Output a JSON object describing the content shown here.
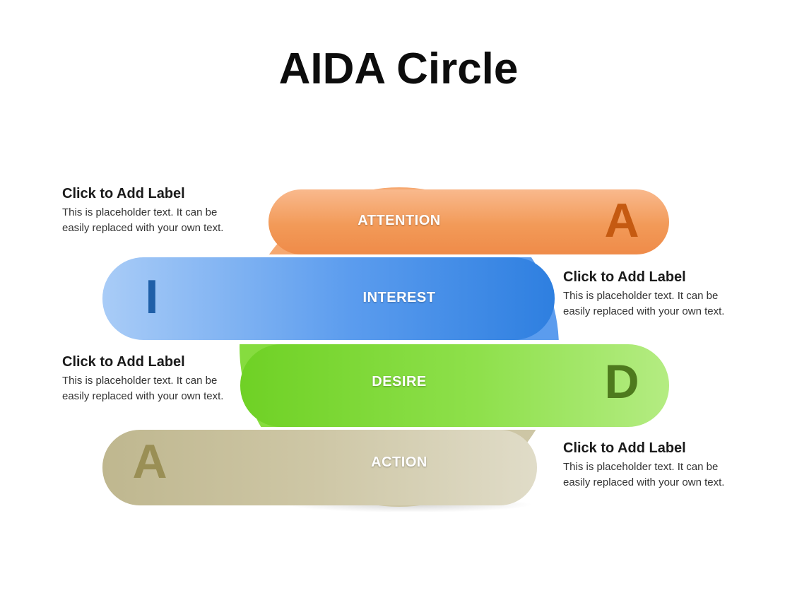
{
  "slide": {
    "title": "AIDA Circle"
  },
  "stages": [
    {
      "id": "attention",
      "label": "ATTENTION",
      "letter": "A",
      "letter_side": "right",
      "bar_color_from": "#f9b98d",
      "bar_color_to": "#ef8b49",
      "letter_color": "#c55a11"
    },
    {
      "id": "interest",
      "label": "INTEREST",
      "letter": "I",
      "letter_side": "left",
      "bar_color_from": "#a9ccf7",
      "bar_color_to": "#2e7fe0",
      "letter_color": "#1f5fa8"
    },
    {
      "id": "desire",
      "label": "DESIRE",
      "letter": "D",
      "letter_side": "right",
      "bar_color_from": "#6fd125",
      "bar_color_to": "#b4ec82",
      "letter_color": "#4e7a1d"
    },
    {
      "id": "action",
      "label": "ACTION",
      "letter": "A",
      "letter_side": "left",
      "bar_color_from": "#bfb78f",
      "bar_color_to": "#e0dcc8",
      "letter_color": "#9a8f55"
    }
  ],
  "placeholders": [
    {
      "position": "left-top",
      "heading": "Click to Add Label",
      "body": "This is placeholder text. It can be easily replaced with your own text."
    },
    {
      "position": "right-middle",
      "heading": "Click to Add Label",
      "body": "This is placeholder text. It can be easily replaced with your own text."
    },
    {
      "position": "left-bottom",
      "heading": "Click to Add Label",
      "body": "This is placeholder text. It can be easily replaced with your own text."
    },
    {
      "position": "right-bottom",
      "heading": "Click to Add Label",
      "body": "This is placeholder text. It can be easily replaced with your own text."
    }
  ]
}
